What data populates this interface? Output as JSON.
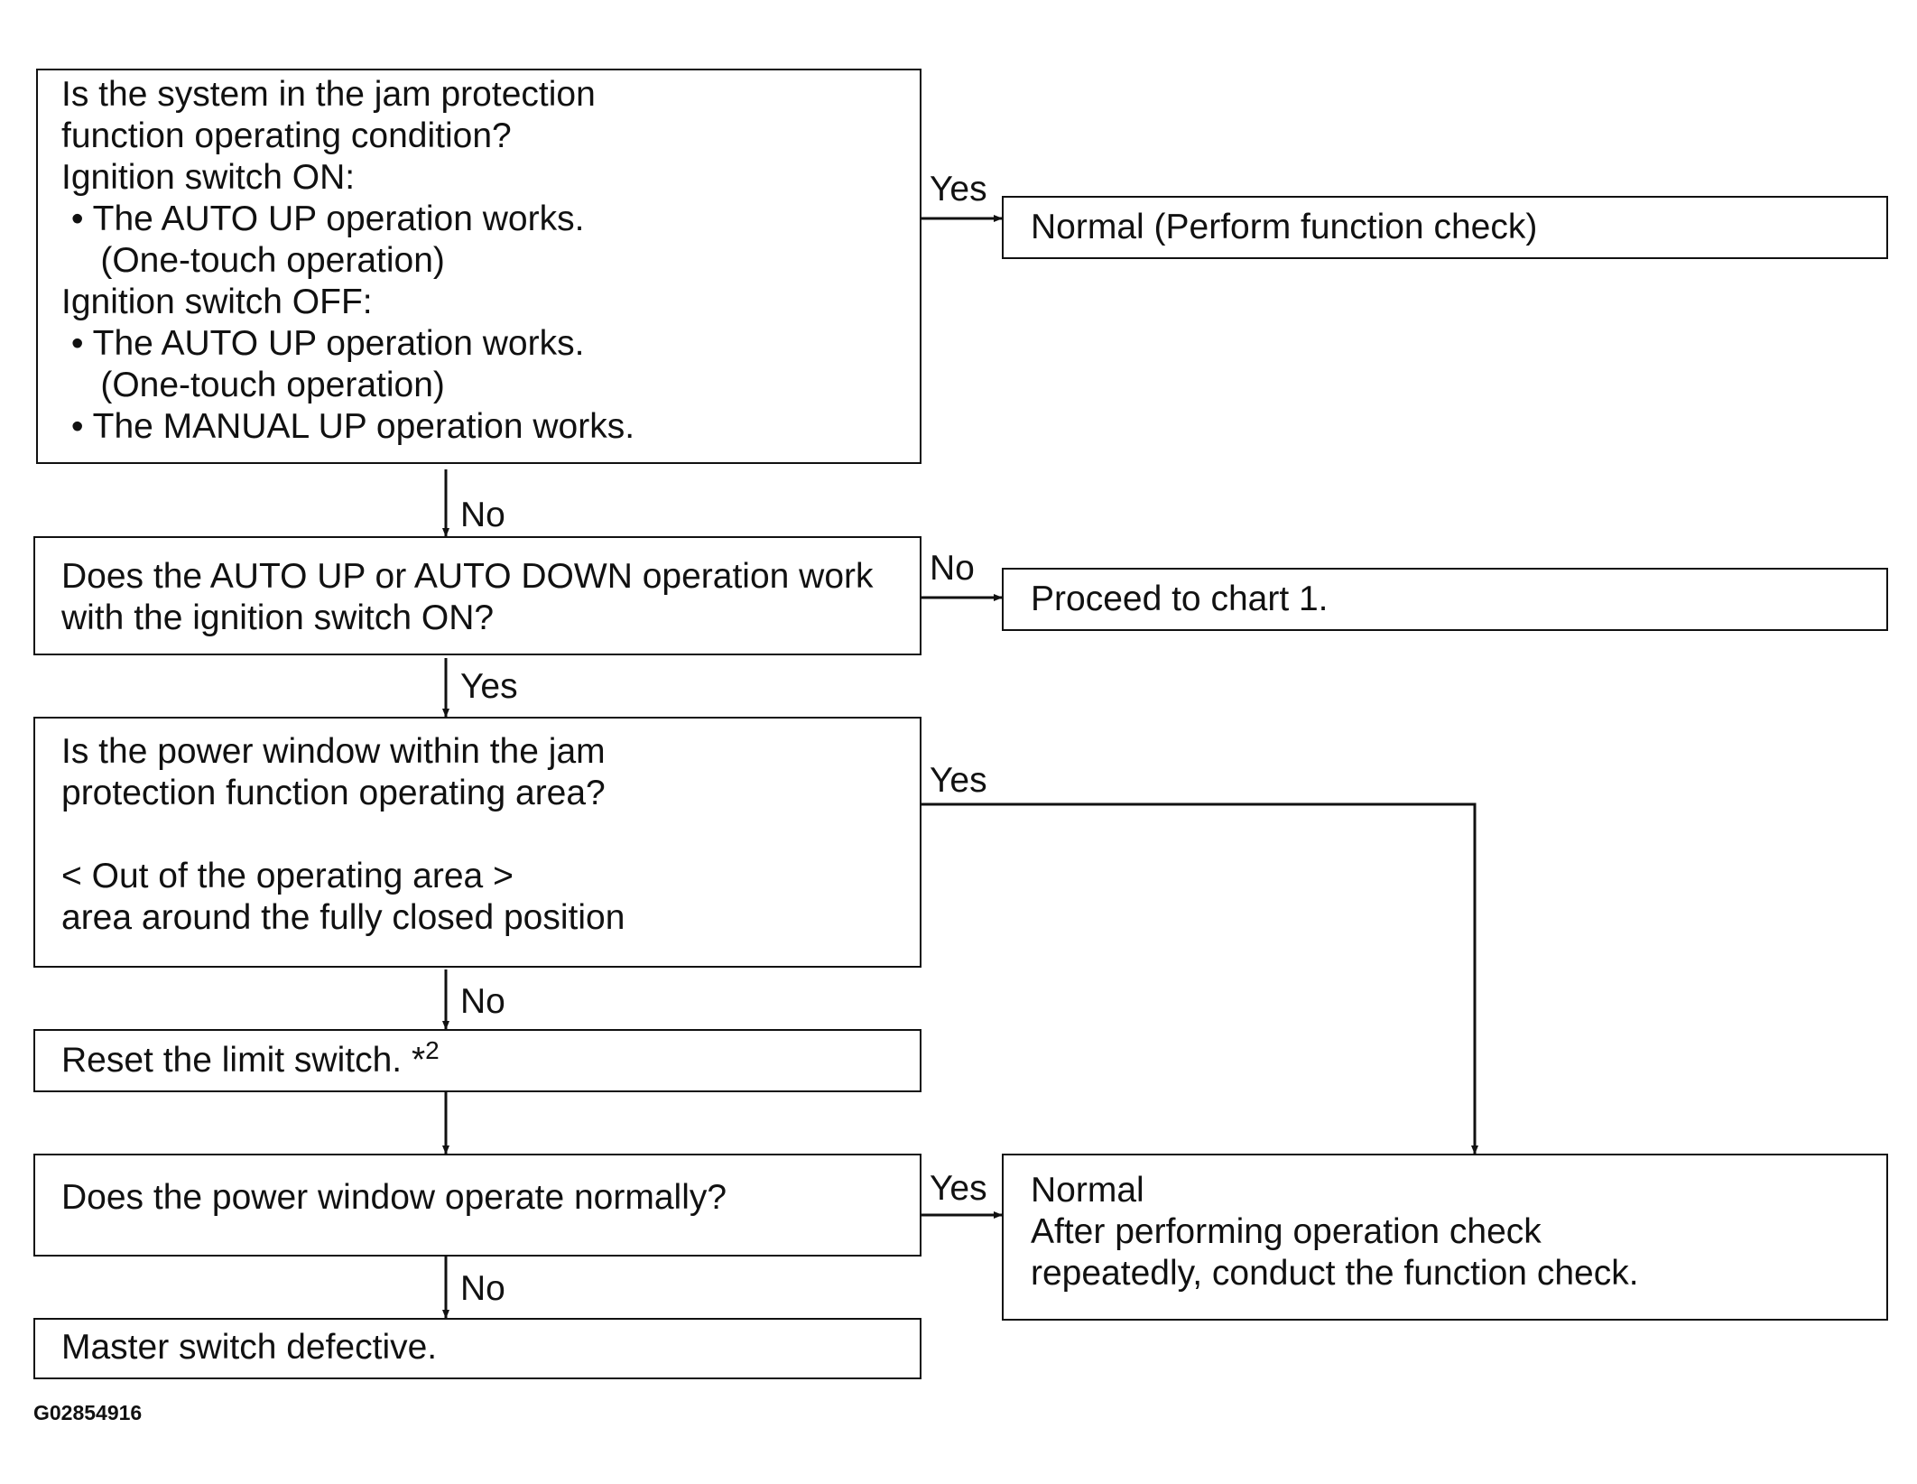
{
  "q1": {
    "lines": [
      "Is the system in the jam protection",
      "function operating condition?",
      "Ignition switch ON:",
      " • The AUTO UP operation works.",
      "    (One-touch operation)",
      "Ignition switch OFF:",
      " • The AUTO UP operation works.",
      "    (One-touch operation)",
      " • The MANUAL UP operation works."
    ]
  },
  "r1": {
    "text": "Normal (Perform function check)"
  },
  "q2": {
    "lines": [
      "Does the AUTO UP or AUTO DOWN operation work",
      "with the ignition switch ON?"
    ]
  },
  "r2": {
    "text": "Proceed to chart 1."
  },
  "q3": {
    "lines": [
      "Is the power window within the jam",
      "protection function operating area?",
      "",
      "< Out of the operating area >",
      "area around the fully closed position"
    ]
  },
  "step": {
    "text": "Reset the limit switch. *",
    "sup": "2"
  },
  "q4": {
    "text": "Does the power window operate normally?"
  },
  "r3": {
    "lines": [
      "Normal",
      "After performing operation check",
      "repeatedly, conduct the function check."
    ]
  },
  "end": {
    "text": "Master switch defective."
  },
  "labels": {
    "yes_q1": "Yes",
    "no_q1": "No",
    "no_q2": "No",
    "yes_q2": "Yes",
    "yes_q3": "Yes",
    "no_q3": "No",
    "yes_q4": "Yes",
    "no_q4": "No"
  },
  "figure_code": "G02854916"
}
